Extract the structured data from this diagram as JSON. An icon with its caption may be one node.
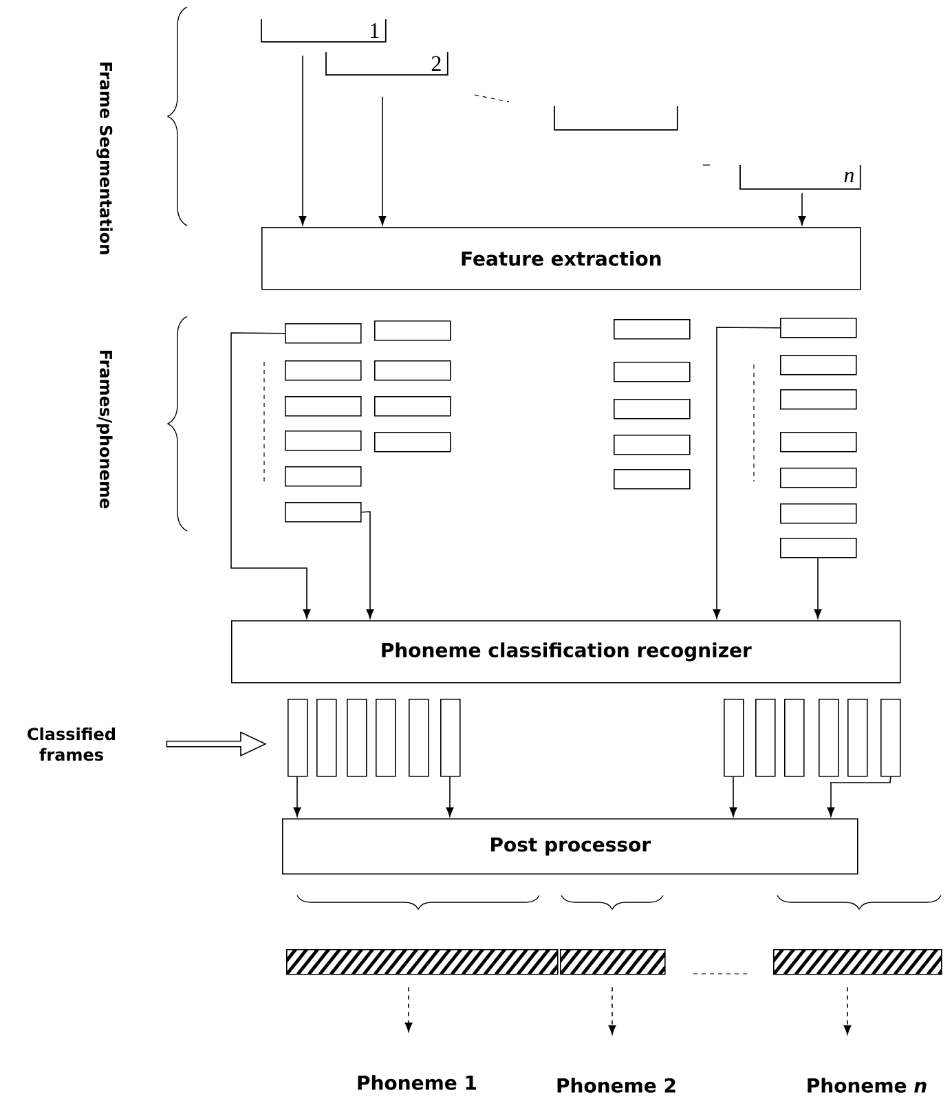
{
  "diagram": {
    "nodes": [
      {
        "text": [
          "1"
        ]
      },
      {
        "text": [
          "2"
        ]
      },
      {
        "text": [],
        "shape": "bracket"
      },
      {
        "text": [
          "*n*"
        ]
      },
      {
        "text": [
          "Feature extraction"
        ]
      },
      {
        "text": [],
        "shape": "box"
      },
      {
        "text": [],
        "shape": "box"
      },
      {
        "text": [],
        "shape": "box"
      },
      {
        "text": [],
        "shape": "box"
      },
      {
        "text": [],
        "shape": "box"
      },
      {
        "text": [],
        "shape": "box"
      },
      {
        "text": [],
        "shape": "box"
      },
      {
        "text": [],
        "shape": "box"
      },
      {
        "text": [],
        "shape": "box"
      },
      {
        "text": [],
        "shape": "box"
      },
      {
        "text": [],
        "shape": "box"
      },
      {
        "text": [],
        "shape": "box"
      },
      {
        "text": [],
        "shape": "box"
      },
      {
        "text": [],
        "shape": "box"
      },
      {
        "text": [],
        "shape": "box"
      },
      {
        "text": [],
        "shape": "box"
      },
      {
        "text": [],
        "shape": "box"
      },
      {
        "text": [],
        "shape": "box"
      },
      {
        "text": [],
        "shape": "box"
      },
      {
        "text": [],
        "shape": "box"
      },
      {
        "text": [],
        "shape": "box"
      },
      {
        "text": [],
        "shape": "box"
      },
      {
        "text": [
          "Phoneme classification recognizer"
        ]
      },
      {
        "text": [
          "Classified frames"
        ]
      },
      {
        "text": [],
        "shape": "bar"
      },
      {
        "text": [],
        "shape": "bar"
      },
      {
        "text": [],
        "shape": "bar"
      },
      {
        "text": [],
        "shape": "bar"
      },
      {
        "text": [],
        "shape": "bar"
      },
      {
        "text": [],
        "shape": "bar"
      },
      {
        "text": [],
        "shape": "bar"
      },
      {
        "text": [],
        "shape": "bar"
      },
      {
        "text": [],
        "shape": "bar"
      },
      {
        "text": [],
        "shape": "bar"
      },
      {
        "text": [],
        "shape": "bar"
      },
      {
        "text": [],
        "shape": "bar"
      },
      {
        "text": [
          "Post processor"
        ]
      },
      {
        "text": [],
        "shape": "bar"
      },
      {
        "text": [],
        "shape": "bar"
      },
      {
        "text": [],
        "shape": "bar"
      },
      {
        "text": [
          "Phoneme 1"
        ]
      },
      {
        "text": [
          "Phoneme 2"
        ]
      },
      {
        "text": [
          "Phoneme *n*"
        ]
      }
    ],
    "edges": [
      {
        "from": 0,
        "to": 4,
        "arrow": "to"
      },
      {
        "from": 1,
        "to": 4,
        "arrow": "to"
      },
      {
        "from": 3,
        "to": 4,
        "arrow": "to"
      },
      {
        "from": 5,
        "to": 27,
        "arrow": "to"
      },
      {
        "from": 10,
        "to": 27,
        "arrow": "to"
      },
      {
        "from": 20,
        "to": 27,
        "arrow": "to"
      },
      {
        "from": 26,
        "to": 27,
        "arrow": "to"
      },
      {
        "from": 28,
        "to": 29,
        "arrow": "to"
      },
      {
        "from": 29,
        "to": 41,
        "arrow": "to"
      },
      {
        "from": 34,
        "to": 41,
        "arrow": "to"
      },
      {
        "from": 35,
        "to": 41,
        "arrow": "to"
      },
      {
        "from": 40,
        "to": 41,
        "arrow": "to"
      },
      {
        "from": 42,
        "to": 45,
        "arrow": "to",
        "style": "dashed"
      },
      {
        "from": 43,
        "to": 46,
        "arrow": "to",
        "style": "dashed"
      },
      {
        "from": 44,
        "to": 47,
        "arrow": "to",
        "style": "dashed"
      }
    ],
    "labels": [
      "Frame Segmentation",
      "Frames/phoneme"
    ]
  }
}
